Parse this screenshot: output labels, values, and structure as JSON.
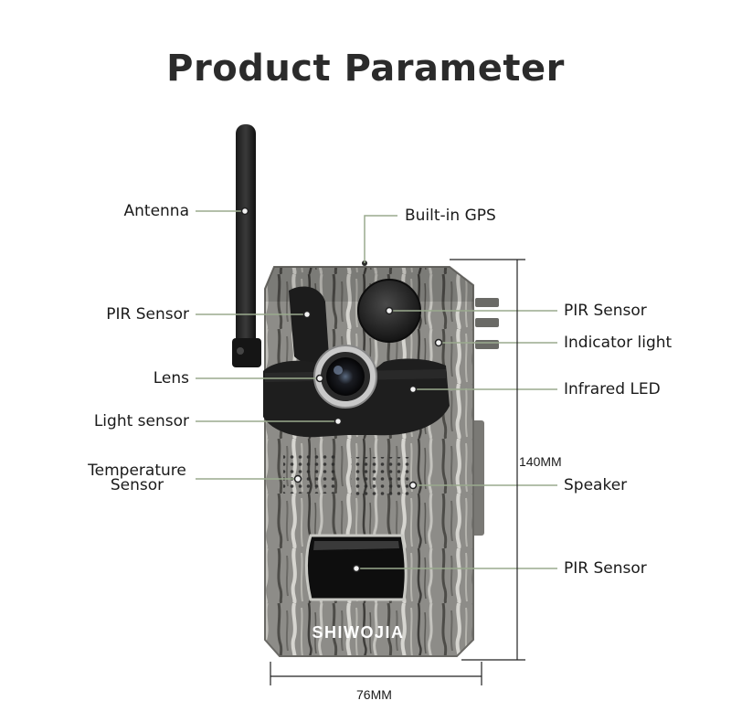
{
  "title": "Product Parameter",
  "brand": "SHIWOJIA",
  "labels_left": {
    "antenna": "Antenna",
    "pir_sensor": "PIR Sensor",
    "lens": "Lens",
    "light_sensor": "Light sensor",
    "temperature_sensor_line1": "Temperature",
    "temperature_sensor_line2": "Sensor"
  },
  "labels_right": {
    "builtin_gps": "Built-in GPS",
    "pir_sensor_top": "PIR Sensor",
    "indicator_light": "Indicator light",
    "infrared_led": "Infrared LED",
    "speaker": "Speaker",
    "pir_sensor_bottom": "PIR Sensor"
  },
  "dimensions": {
    "height": "140MM",
    "width": "76MM"
  },
  "colors": {
    "leader_line": "#9aaa8e",
    "dimension_line": "#222222",
    "camo_base": "#8a8a87"
  }
}
